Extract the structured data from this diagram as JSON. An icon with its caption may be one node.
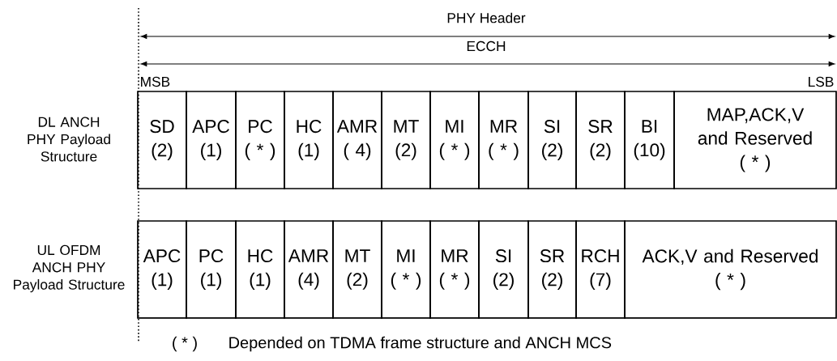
{
  "diagram": {
    "nodes": [
      {
        "text": [
          "SD",
          "(2)"
        ]
      },
      {
        "text": [
          "APC",
          "(1)"
        ]
      },
      {
        "text": [
          "PC",
          "( * )"
        ]
      },
      {
        "text": [
          "HC",
          "(1)"
        ]
      },
      {
        "text": [
          "AMR",
          "( 4)"
        ]
      },
      {
        "text": [
          "MT",
          "(2)"
        ]
      },
      {
        "text": [
          "MI",
          "( * )"
        ]
      },
      {
        "text": [
          "MR",
          "( * )"
        ]
      },
      {
        "text": [
          "SI",
          "(2)"
        ]
      },
      {
        "text": [
          "SR",
          "(2)"
        ]
      },
      {
        "text": [
          "BI",
          "(10)"
        ]
      },
      {
        "text": [
          "MAP,ACK,V and Reserved",
          "( * )"
        ]
      },
      {
        "text": [
          "APC",
          "(1)"
        ]
      },
      {
        "text": [
          "PC",
          "(1)"
        ]
      },
      {
        "text": [
          "HC",
          "(1)"
        ]
      },
      {
        "text": [
          "AMR",
          "(4)"
        ]
      },
      {
        "text": [
          "MT",
          "(2)"
        ]
      },
      {
        "text": [
          "MI",
          "( * )"
        ]
      },
      {
        "text": [
          "MR",
          "( * )"
        ]
      },
      {
        "text": [
          "SI",
          "(2)"
        ]
      },
      {
        "text": [
          "SR",
          "(2)"
        ]
      },
      {
        "text": [
          "RCH",
          "(7)"
        ]
      },
      {
        "text": [
          "ACK,V and Reserved",
          "( * )"
        ]
      }
    ],
    "labels": [
      "PHY Header",
      "ECCH",
      "MSB",
      "LSB",
      "DL ANCH PHY Payload Structure",
      "UL OFDM ANCH PHY Payload Structure",
      "( * )",
      "Depended on TDMA frame structure and ANCH MCS"
    ]
  }
}
